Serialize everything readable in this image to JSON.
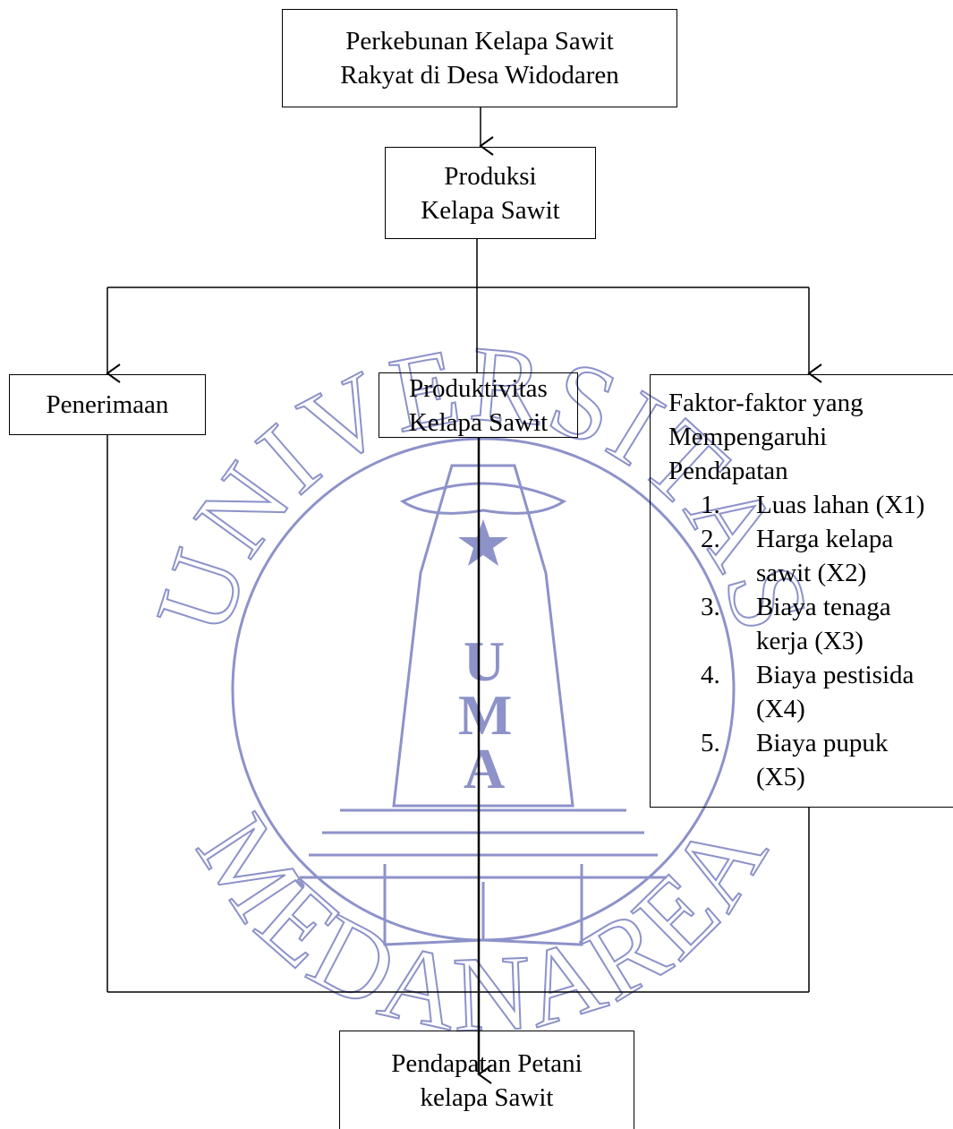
{
  "colors": {
    "line": "#000000",
    "watermark": "#8d92c9",
    "background": "#ffffff"
  },
  "watermark": {
    "logo": "Universitas Medan Area seal",
    "arc_top": "UNIVERSITAS",
    "arc_bottom": "MEDANAREA",
    "letters": [
      "U",
      "M",
      "A"
    ]
  },
  "diagram": {
    "root": {
      "lines": [
        "Perkebunan Kelapa Sawit",
        "Rakyat di Desa  Widodaren"
      ]
    },
    "production": {
      "lines": [
        "Produksi",
        "Kelapa Sawit"
      ]
    },
    "revenue": {
      "lines": [
        "Penerimaan"
      ]
    },
    "productivity": {
      "lines": [
        "Produktivitas",
        "Kelapa Sawit"
      ]
    },
    "factors": {
      "heading": [
        "Faktor-faktor yang",
        "Mempengaruhi",
        "Pendapatan"
      ],
      "items": [
        {
          "num": "1.",
          "lines": [
            "Luas lahan (X1)"
          ]
        },
        {
          "num": "2.",
          "lines": [
            "Harga kelapa",
            "sawit (X2)"
          ]
        },
        {
          "num": "3.",
          "lines": [
            "Biaya tenaga",
            "kerja (X3)"
          ]
        },
        {
          "num": "4.",
          "lines": [
            "Biaya pestisida",
            "(X4)"
          ]
        },
        {
          "num": "5.",
          "lines": [
            "Biaya pupuk",
            "(X5)"
          ]
        }
      ]
    },
    "income": {
      "lines": [
        "Pendapatan Petani",
        "kelapa Sawit"
      ]
    }
  }
}
